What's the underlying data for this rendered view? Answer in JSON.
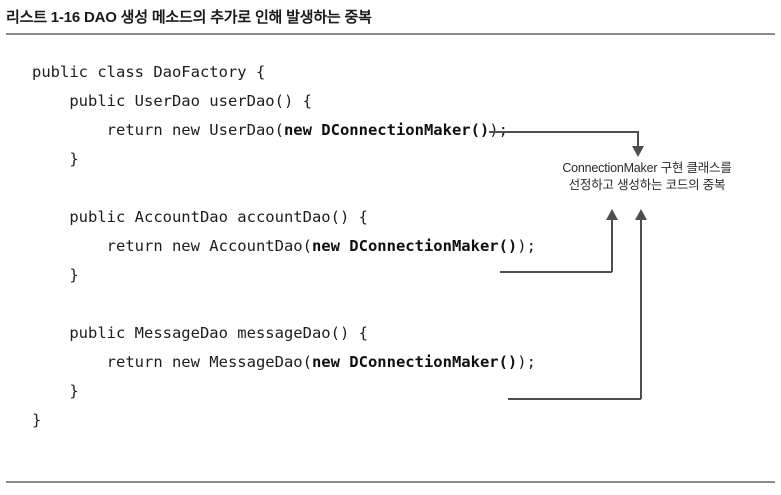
{
  "figure": {
    "caption": "리스트 1-16 DAO 생성 메소드의 추가로 인해 발생하는 중복",
    "rule_color": "#8a8a8a",
    "background": "#ffffff"
  },
  "code": {
    "language": "java",
    "text_color": "#1d1d1d",
    "lines": [
      {
        "indent": 0,
        "plain": "public class DaoFactory {",
        "bold": "",
        "tail": ""
      },
      {
        "indent": 1,
        "plain": "public UserDao userDao() {",
        "bold": "",
        "tail": ""
      },
      {
        "indent": 2,
        "plain": "return new UserDao(",
        "bold": "new DConnectionMaker()",
        "tail": ");"
      },
      {
        "indent": 1,
        "plain": "}",
        "bold": "",
        "tail": ""
      },
      {
        "indent": 0,
        "plain": "",
        "bold": "",
        "tail": ""
      },
      {
        "indent": 1,
        "plain": "public AccountDao accountDao() {",
        "bold": "",
        "tail": ""
      },
      {
        "indent": 2,
        "plain": "return new AccountDao(",
        "bold": "new DConnectionMaker()",
        "tail": ");"
      },
      {
        "indent": 1,
        "plain": "}",
        "bold": "",
        "tail": ""
      },
      {
        "indent": 0,
        "plain": "",
        "bold": "",
        "tail": ""
      },
      {
        "indent": 1,
        "plain": "public MessageDao messageDao() {",
        "bold": "",
        "tail": ""
      },
      {
        "indent": 2,
        "plain": "return new MessageDao(",
        "bold": "new DConnectionMaker()",
        "tail": ");"
      },
      {
        "indent": 1,
        "plain": "}",
        "bold": "",
        "tail": ""
      },
      {
        "indent": 0,
        "plain": "}",
        "bold": "",
        "tail": ""
      }
    ]
  },
  "annotation": {
    "line1": "ConnectionMaker 구현 클래스를",
    "line2": "선정하고 생성하는 코드의 중복",
    "text_color": "#2b2b2b",
    "connector_color": "#4f4f4f",
    "targets": [
      "return new UserDao(new DConnectionMaker());",
      "return new AccountDao(new DConnectionMaker());",
      "return new MessageDao(new DConnectionMaker());"
    ]
  }
}
